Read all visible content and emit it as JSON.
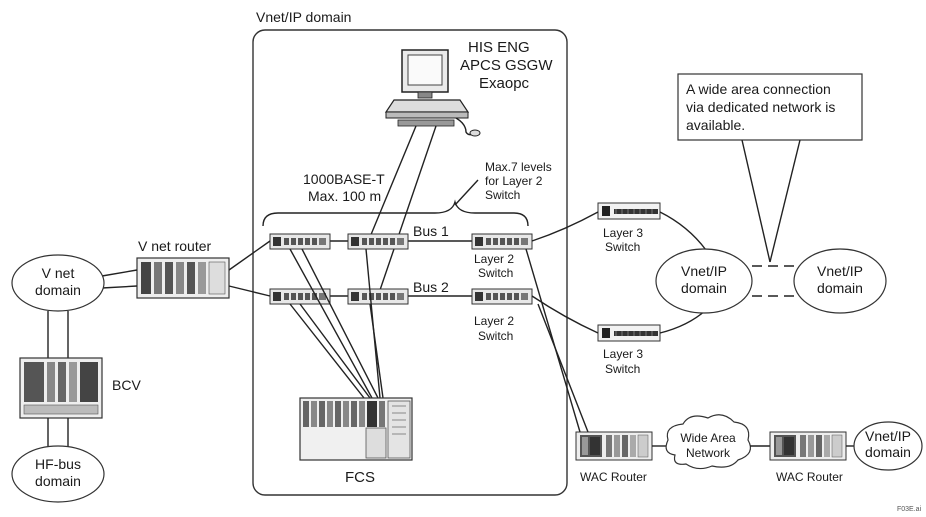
{
  "domain_box": {
    "title": "Vnet/IP domain"
  },
  "workstation": {
    "lines": [
      "HIS ENG",
      "APCS GSGW",
      "Exaopc"
    ]
  },
  "cable": {
    "lines": [
      "1000BASE-T",
      "Max. 100 m"
    ]
  },
  "levels_note": {
    "lines": [
      "Max.7 levels",
      "for Layer 2",
      "Switch"
    ]
  },
  "wan_note": {
    "lines": [
      "A wide area connection",
      "via dedicated network is",
      "available."
    ]
  },
  "buses": {
    "bus1": "Bus 1",
    "bus2": "Bus 2"
  },
  "layer2": {
    "top": [
      "Layer 2",
      "Switch"
    ],
    "bottom": [
      "Layer 2",
      "Switch"
    ]
  },
  "layer3": {
    "top": [
      "Layer 3",
      "Switch"
    ],
    "bottom": [
      "Layer 3",
      "Switch"
    ]
  },
  "vnet_router": "V net router",
  "vnet_domain": [
    "V net",
    "domain"
  ],
  "bcv": "BCV",
  "hfbus_domain": [
    "HF-bus",
    "domain"
  ],
  "fcs": "FCS",
  "vnetip_mid": [
    "Vnet/IP",
    "domain"
  ],
  "vnetip_right": [
    "Vnet/IP",
    "domain"
  ],
  "wan_cloud": [
    "Wide Area",
    "Network"
  ],
  "wac_router_left": "WAC Router",
  "wac_router_right": "WAC Router",
  "vnetip_far": [
    "Vnet/IP",
    "domain"
  ],
  "file_tag": "F03E.ai"
}
